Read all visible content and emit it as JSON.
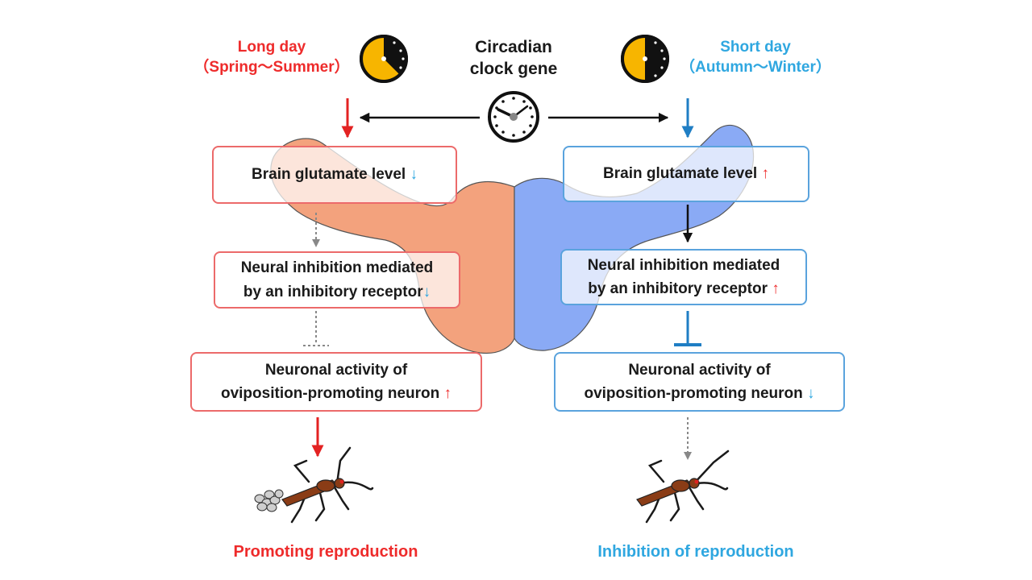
{
  "colors": {
    "long_day": "#ee2b2b",
    "short_day": "#2fa7e0",
    "left_brain_lobe": "#f3a27d",
    "right_brain_lobe": "#8aaaf5",
    "clock_face_seasonal": "#f7b500"
  },
  "icons": {
    "long_day_clock": "clock-icon",
    "short_day_clock": "clock-icon",
    "center_clock": "clock-icon",
    "brain": "brain-icon",
    "insect": "insect-icon",
    "eggs": "eggs-icon"
  },
  "header": {
    "long_day": {
      "title": "Long day",
      "season": "（Spring～Summer）"
    },
    "short_day": {
      "title": "Short day",
      "season": "（Autumn～Winter）"
    },
    "clock_gene": {
      "line1": "Circadian",
      "line2": "clock gene"
    }
  },
  "left": {
    "glutamate": {
      "text": "Brain glutamate level",
      "arrow": "↓"
    },
    "inhibition": {
      "line1": "Neural inhibition mediated",
      "line2": "by an inhibitory receptor",
      "arrow": "↓"
    },
    "activity": {
      "line1": "Neuronal activity of",
      "line2": "oviposition-promoting neuron",
      "arrow": "↑"
    },
    "outcome": "Promoting reproduction"
  },
  "right": {
    "glutamate": {
      "text": "Brain glutamate level",
      "arrow": "↑"
    },
    "inhibition": {
      "line1": "Neural inhibition mediated",
      "line2": "by an inhibitory receptor",
      "arrow": "↑"
    },
    "activity": {
      "line1": "Neuronal activity of",
      "line2": "oviposition-promoting neuron",
      "arrow": "↓"
    },
    "outcome": "Inhibition of reproduction"
  }
}
